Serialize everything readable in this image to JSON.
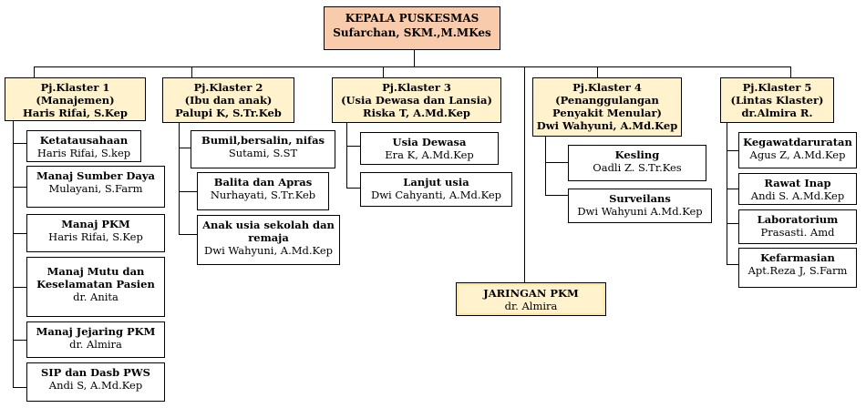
{
  "head": {
    "title": "KEPALA PUSKESMAS",
    "name": "Sufarchan, SKM.,M.MKes"
  },
  "klaster": [
    {
      "l1": "Pj.Klaster 1",
      "l2": "(Manajemen)",
      "l3": "Haris Rifai, S.Kep",
      "l4": ""
    },
    {
      "l1": "Pj.Klaster 2",
      "l2": "(Ibu dan anak)",
      "l3": "Palupi K, S.Tr.Keb",
      "l4": ""
    },
    {
      "l1": "Pj.Klaster 3",
      "l2": "(Usia Dewasa dan Lansia)",
      "l3": "Riska T, A.Md.Kep",
      "l4": ""
    },
    {
      "l1": "Pj.Klaster 4",
      "l2": "(Penanggulangan",
      "l3": "Penyakit Menular)",
      "l4": "Dwi Wahyuni, A.Md.Kep"
    },
    {
      "l1": "Pj.Klaster 5",
      "l2": "(Lintas Klaster)",
      "l3": "dr.Almira R.",
      "l4": ""
    }
  ],
  "k1_items": [
    {
      "title": "Ketatausahaan",
      "name": "Haris Rifai, S.kep"
    },
    {
      "title": "Manaj Sumber Daya",
      "name": "Mulayani, S.Farm"
    },
    {
      "title": "Manaj PKM",
      "name": "Haris Rifai, S.Kep"
    },
    {
      "title": "Manaj Mutu dan Keselamatan Pasien",
      "name": "dr. Anita"
    },
    {
      "title": "Manaj Jejaring PKM",
      "name": "dr. Almira"
    },
    {
      "title": "SIP dan Dasb PWS",
      "name": "Andi S, A.Md.Kep"
    }
  ],
  "k2_items": [
    {
      "title": "Bumil,bersalin, nifas",
      "name": "Sutami, S.ST"
    },
    {
      "title": "Balita dan Apras",
      "name": "Nurhayati, S.Tr.Keb"
    },
    {
      "title": "Anak usia sekolah dan remaja",
      "name": "Dwi Wahyuni, A.Md.Kep"
    }
  ],
  "k3_items": [
    {
      "title": "Usia Dewasa",
      "name": "Era K, A.Md.Kep"
    },
    {
      "title": "Lanjut usia",
      "name": "Dwi Cahyanti, A.Md.Kep"
    }
  ],
  "k4_items": [
    {
      "title": "Kesling",
      "name": "Oadli Z. S.Tr.Kes"
    },
    {
      "title": "Surveilans",
      "name": "Dwi Wahyuni A.Md.Kep"
    }
  ],
  "k5_items": [
    {
      "title": "Kegawatdaruratan",
      "name": "Agus Z, A.Md.Kep"
    },
    {
      "title": "Rawat Inap",
      "name": "Andi S. A.Md.Kep"
    },
    {
      "title": "Laboratorium",
      "name": "Prasasti. Amd"
    },
    {
      "title": "Kefarmasian",
      "name": "Apt.Reza J, S.Farm"
    }
  ],
  "jaringan": {
    "title": "JARINGAN PKM",
    "name": "dr. Almira"
  }
}
